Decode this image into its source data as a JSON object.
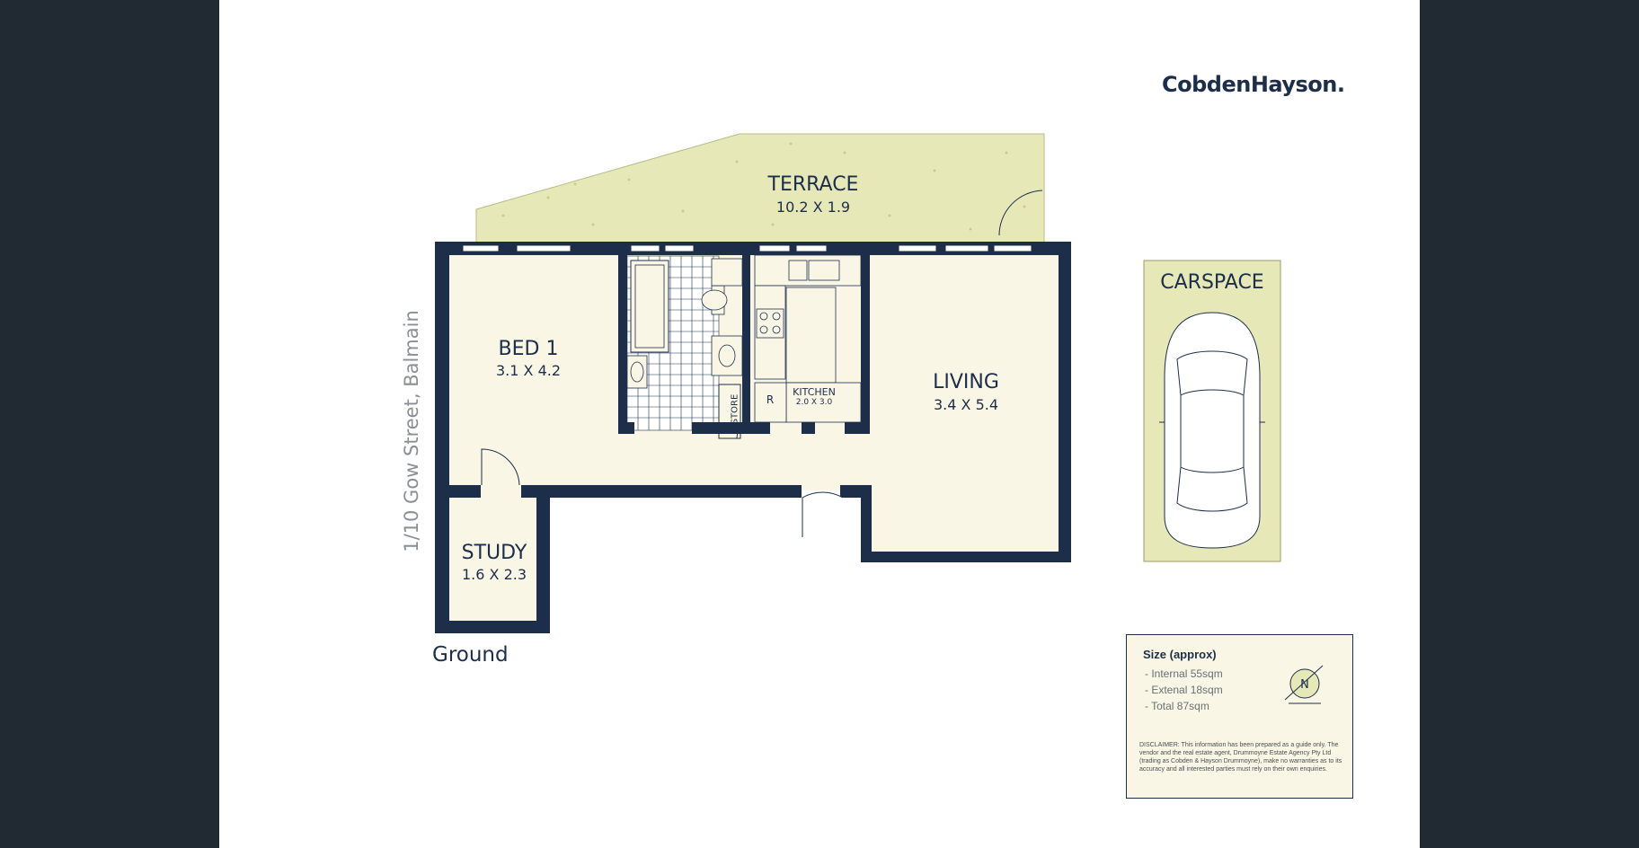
{
  "brand": {
    "name": "CobdenHayson."
  },
  "address": "1/10 Gow Street, Balmain",
  "level_label": "Ground",
  "rooms": {
    "terrace": {
      "name": "TERRACE",
      "size": "10.2 X 1.9"
    },
    "bed1": {
      "name": "BED 1",
      "size": "3.1 X 4.2"
    },
    "study": {
      "name": "STUDY",
      "size": "1.6 X 2.3"
    },
    "kitchen": {
      "name": "KITCHEN",
      "size": "2.0 X 3.0"
    },
    "living": {
      "name": "LIVING",
      "size": "3.4 X 5.4"
    },
    "carspace": {
      "name": "CARSPACE"
    },
    "store": {
      "name": "STORE"
    },
    "fridge": {
      "name": "R"
    }
  },
  "size_box": {
    "title": "Size (approx)",
    "internal": "- Internal 55sqm",
    "external": "- Extenal 18sqm",
    "total": "- Total 87sqm",
    "compass_label": "N",
    "disclaimer": "DISCLAIMER: This information has been prepared as a guide only. The vendor and the real estate agent, Drummoyne Estate Agency Pty Ltd (trading as Cobden & Hayson Drummoyne), make no warranties as to its accuracy and all interested parties must rely on their own enquiries."
  },
  "colors": {
    "wall": "#1c2e4a",
    "floor": "#faf6e6",
    "terrace": "#e6e8b8",
    "page": "#ffffff",
    "backdrop": "#212a33"
  }
}
